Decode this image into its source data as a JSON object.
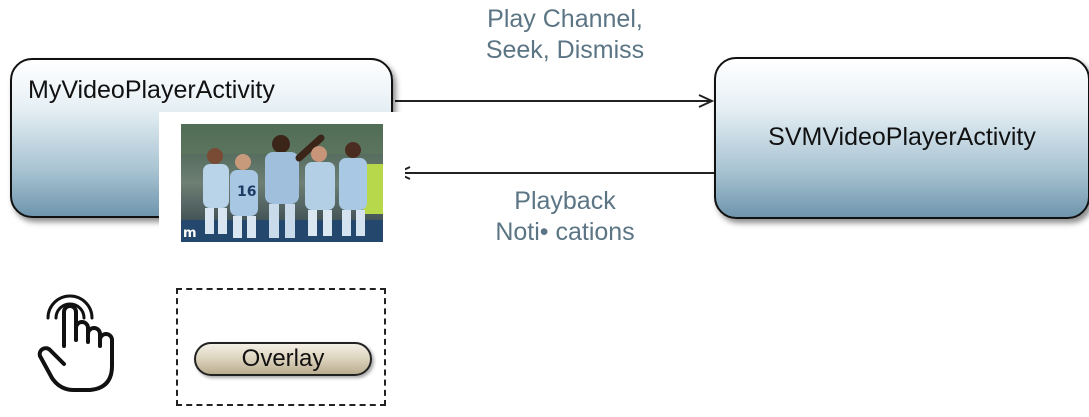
{
  "nodes": {
    "left": {
      "label": "MyVideoPlayerActivity"
    },
    "right": {
      "label": "SVMVideoPlayerActivity"
    },
    "overlay": {
      "label": "Overlay"
    }
  },
  "edges": {
    "left_to_right": {
      "line1": "Play Channel,",
      "line2": "Seek, Dismiss"
    },
    "right_to_left": {
      "line1": "Playback",
      "line2": "Noti• cations"
    }
  },
  "thumbnail": {
    "jersey_number": "16",
    "caption": "m"
  },
  "icons": {
    "touch": "hand-touch-icon",
    "video": "video-thumbnail"
  },
  "colors": {
    "edge_label": "#5b7585",
    "box_gradient_bottom": "#6f96ad",
    "overlay_button": "#d9cfb8"
  }
}
